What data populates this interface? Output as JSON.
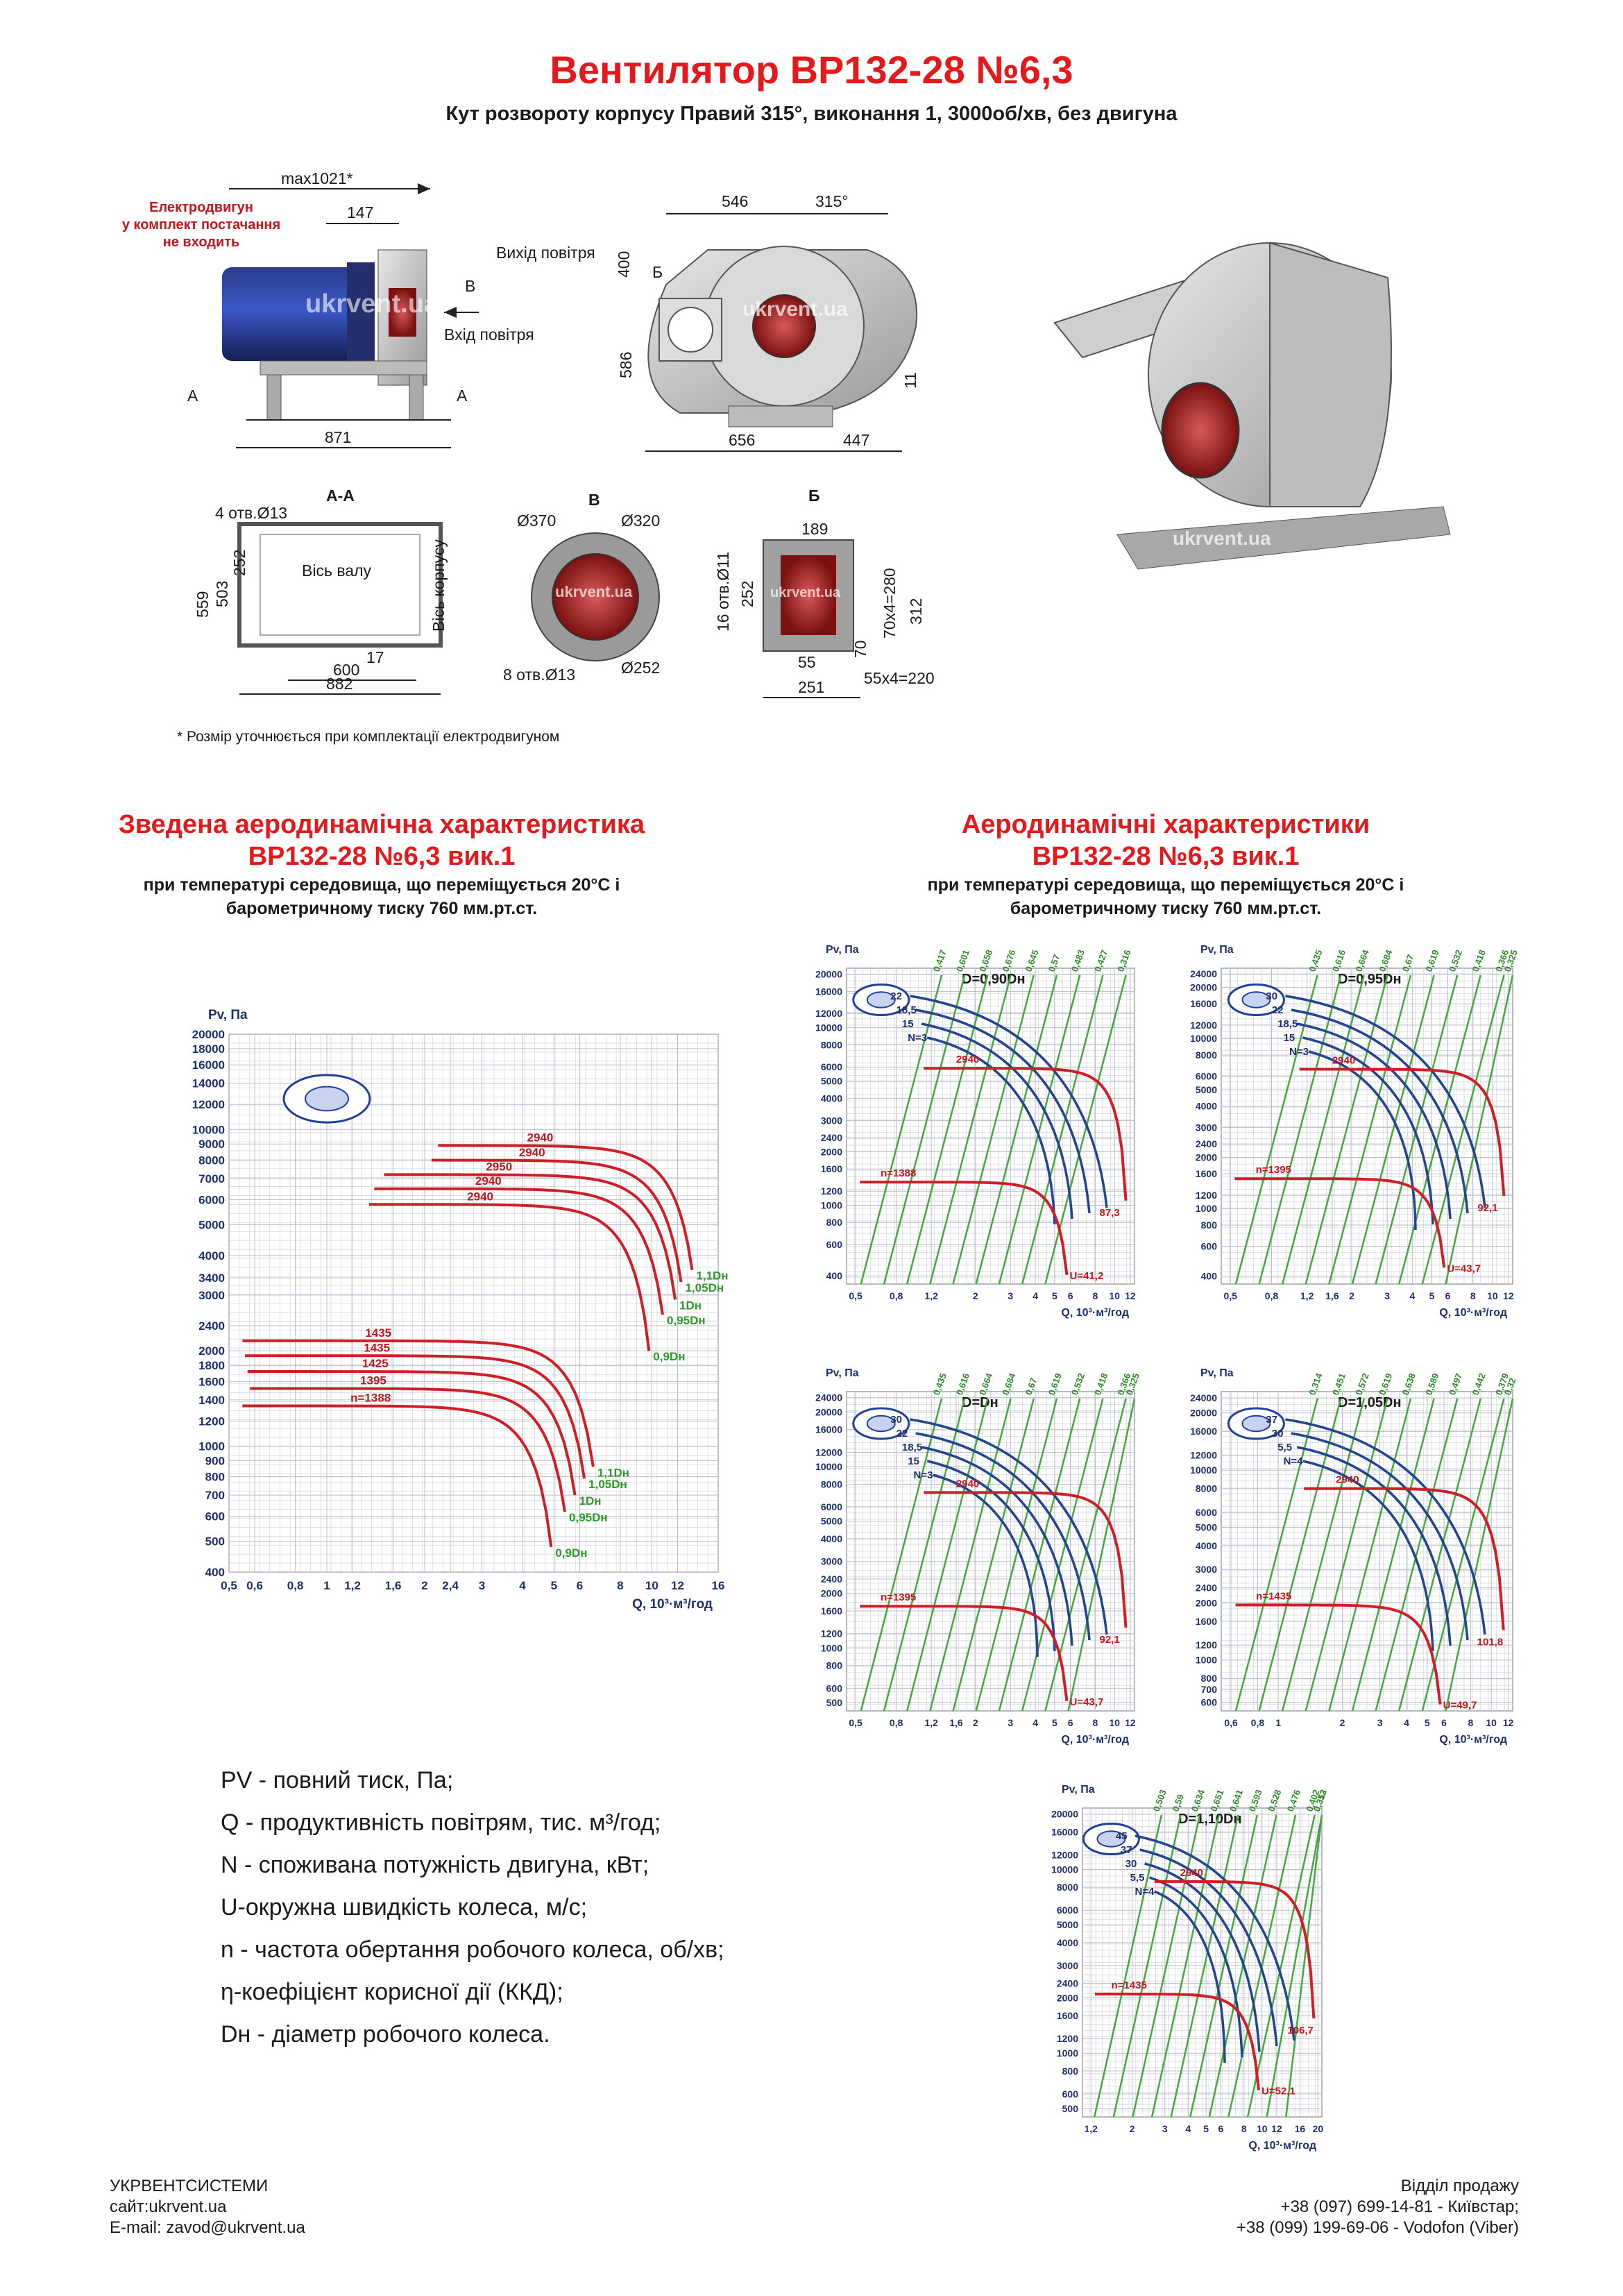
{
  "header": {
    "title": "Вентилятор ВР132-28 №6,3",
    "subtitle": "Кут розвороту корпусу Правий 315°, виконання 1, 3000об/хв, без двигуна"
  },
  "drawings": {
    "motor_note_lines": [
      "Електродвигун",
      "у комплект постачання",
      "не входить"
    ],
    "max_width": "max1021*",
    "dim_147": "147",
    "dim_871": "871",
    "label_outlet": "Вихід повітря",
    "label_inlet": "Вхід повітря",
    "label_B": "В",
    "label_A": "А",
    "label_Be": "Б",
    "dim_546": "546",
    "dim_315": "315°",
    "dim_400": "400",
    "dim_586": "586",
    "dim_11": "11",
    "dim_656": "656",
    "dim_447": "447",
    "section_AA": "А-А",
    "holes_4": "4 отв.Ø13",
    "dim_559": "559",
    "dim_503": "503",
    "dim_252": "252",
    "shaft_axis": "Вісь валу",
    "housing_axis": "Вісь корпусу",
    "dim_17": "17",
    "dim_600": "600",
    "dim_882": "882",
    "section_B": "В",
    "d370": "Ø370",
    "d320": "Ø320",
    "holes_8": "8 отв.Ø13",
    "d252": "Ø252",
    "section_Be": "Б",
    "dim_189": "189",
    "holes_16": "16 отв.Ø11",
    "dim_252b": "252",
    "dim_70x4": "70х4=280",
    "dim_312": "312",
    "dim_70": "70",
    "dim_55": "55",
    "dim_55x4": "55х4=220",
    "dim_251": "251",
    "watermark": "ukrvent.ua",
    "footnote": "* Розмір уточнюється при комплектації електродвигуном"
  },
  "left_section": {
    "title_lines": [
      "Зведена аеродинамічна характеристика",
      "ВР132-28 №6,3 вик.1"
    ],
    "sub_lines": [
      "при температурі середовища, що переміщується 20°С і",
      "барометричному тиску 760 мм.рт.ст."
    ]
  },
  "right_section": {
    "title_lines": [
      "Аеродинамічні характеристики",
      "ВР132-28 №6,3 вик.1"
    ],
    "sub_lines": [
      "при температурі середовища, що переміщується 20°С і",
      "барометричному тиску 760 мм.рт.ст."
    ]
  },
  "legend": [
    "PV - повний тиск, Па;",
    "Q - продуктивність повітрям, тис. м³/год;",
    "N - споживана потужність двигуна, кВт;",
    "U-окружна швидкість колеса, м/с;",
    "n - частота обертання робочого колеса, об/хв;",
    "η-коефіцієнт корисної дії (ККД);",
    "Dн - діаметр робочого колеса."
  ],
  "footer": {
    "company": "УКРВЕНТСИСТЕМИ",
    "site": "сайт:ukrvent.ua",
    "email": "E-mail: zavod@ukrvent.ua",
    "sales": "Відділ продажу",
    "phone1": "+38 (097) 699-14-81 - Київстар;",
    "phone2": "+38 (099) 199-69-06 - Vodofon (Viber)"
  },
  "chart_data": [
    {
      "type": "line",
      "id": "summary",
      "title": "",
      "ylabel": "Pv, Па",
      "xlabel": "Q, 10³·м³/год",
      "x_scale": "log",
      "y_scale": "log",
      "xlim": [
        0.5,
        16
      ],
      "ylim": [
        400,
        20000
      ],
      "x_ticks": [
        0.5,
        0.6,
        0.8,
        1,
        1.2,
        1.6,
        2,
        2.4,
        3,
        4,
        5,
        6,
        8,
        10,
        12,
        16
      ],
      "x_tick_labels": [
        "0,5",
        "0,6",
        "0,8",
        "1",
        "1,2",
        "1,6",
        "2",
        "2,4",
        "3",
        "4",
        "5",
        "6",
        "8",
        "10",
        "12",
        "16"
      ],
      "y_ticks": [
        400,
        500,
        600,
        700,
        800,
        900,
        1000,
        1200,
        1400,
        1600,
        1800,
        2000,
        2400,
        3000,
        3400,
        4000,
        5000,
        6000,
        7000,
        8000,
        9000,
        10000,
        12000,
        14000,
        16000,
        18000,
        20000
      ],
      "series": [
        {
          "name": "1,1Dн",
          "n_label": "2940",
          "flat": 8900,
          "qStart": 2.2,
          "qEnd": 13.3,
          "end": 3600
        },
        {
          "name": "1,05Dн",
          "n_label": "2940",
          "flat": 8000,
          "qStart": 2.1,
          "qEnd": 12.3,
          "end": 3300
        },
        {
          "name": "1Dн",
          "n_label": "2950",
          "flat": 7200,
          "qStart": 1.5,
          "qEnd": 11.8,
          "end": 2900
        },
        {
          "name": "0,95Dн",
          "n_label": "2940",
          "flat": 6500,
          "qStart": 1.4,
          "qEnd": 10.8,
          "end": 2600
        },
        {
          "name": "0,9Dн",
          "n_label": "2940",
          "flat": 5800,
          "qStart": 1.35,
          "qEnd": 9.8,
          "end": 2000
        },
        {
          "name": "1,1Dн",
          "n_label": "1435",
          "flat": 2150,
          "qStart": 0.55,
          "qEnd": 6.6,
          "end": 860
        },
        {
          "name": "1,05Dн",
          "n_label": "1435",
          "flat": 1930,
          "qStart": 0.56,
          "qEnd": 6.2,
          "end": 790
        },
        {
          "name": "1Dн",
          "n_label": "1425",
          "flat": 1720,
          "qStart": 0.57,
          "qEnd": 5.8,
          "end": 700
        },
        {
          "name": "0,95Dн",
          "n_label": "1395",
          "flat": 1520,
          "qStart": 0.58,
          "qEnd": 5.4,
          "end": 620
        },
        {
          "name": "0,9Dн",
          "n_label": "n=1388",
          "flat": 1340,
          "qStart": 0.55,
          "qEnd": 4.9,
          "end": 480
        }
      ]
    },
    {
      "type": "line",
      "id": "d090",
      "title": "D=0,90Dн",
      "ylabel": "Pv, Па",
      "xlabel": "Q, 10³·м³/год",
      "x_ticks": [
        0.5,
        0.8,
        1.2,
        2,
        3,
        4,
        5,
        6,
        8,
        10,
        12
      ],
      "x_tick_labels": [
        "0,5",
        "0,8",
        "1,2",
        "2",
        "3",
        "4",
        "5",
        "6",
        "8",
        "10",
        "12"
      ],
      "y_ticks": [
        400,
        600,
        800,
        1000,
        1200,
        1600,
        2000,
        2400,
        3000,
        4000,
        5000,
        6000,
        8000,
        10000,
        12000,
        16000,
        20000
      ],
      "high": {
        "n": "2940",
        "flat": 5900
      },
      "low": {
        "n": "n=1388",
        "flat": 1350
      },
      "u_end": "87,3",
      "u_low": "U=41,2",
      "n_labels": [
        "22",
        "18,5",
        "15",
        "N=3"
      ],
      "eta": [
        "0,417",
        "0,601",
        "0,658",
        "0,676",
        "0,645",
        "0,57",
        "0,483",
        "0,427",
        "0,316"
      ]
    },
    {
      "type": "line",
      "id": "d095",
      "title": "D=0,95Dн",
      "ylabel": "Pv, Па",
      "xlabel": "Q, 10³·м³/год",
      "x_ticks": [
        0.5,
        0.8,
        1.2,
        1.6,
        2,
        3,
        4,
        5,
        6,
        8,
        10,
        12
      ],
      "x_tick_labels": [
        "0,5",
        "0,8",
        "1,2",
        "1,6",
        "2",
        "3",
        "4",
        "5",
        "6",
        "8",
        "10",
        "12"
      ],
      "y_ticks": [
        400,
        600,
        800,
        1000,
        1200,
        1600,
        2000,
        2400,
        3000,
        4000,
        5000,
        6000,
        8000,
        10000,
        12000,
        16000,
        20000,
        24000
      ],
      "high": {
        "n": "2940",
        "flat": 6600
      },
      "low": {
        "n": "n=1395",
        "flat": 1500
      },
      "u_end": "92,1",
      "u_low": "U=43,7",
      "n_labels": [
        "30",
        "22",
        "18,5",
        "15",
        "N=3"
      ],
      "eta": [
        "0,435",
        "0,616",
        "0,664",
        "0,684",
        "0,67",
        "0,619",
        "0,532",
        "0,418",
        "0,366",
        "0,325"
      ]
    },
    {
      "type": "line",
      "id": "d100",
      "title": "D=Dн",
      "ylabel": "Pv, Па",
      "xlabel": "Q, 10³·м³/год",
      "x_ticks": [
        0.5,
        0.8,
        1.2,
        1.6,
        2,
        3,
        4,
        5,
        6,
        8,
        10,
        12
      ],
      "x_tick_labels": [
        "0,5",
        "0,8",
        "1,2",
        "1,6",
        "2",
        "3",
        "4",
        "5",
        "6",
        "8",
        "10",
        "12"
      ],
      "y_ticks": [
        500,
        600,
        800,
        1000,
        1200,
        1600,
        2000,
        2400,
        3000,
        4000,
        5000,
        6000,
        8000,
        10000,
        12000,
        16000,
        20000,
        24000
      ],
      "high": {
        "n": "2940",
        "flat": 7200
      },
      "low": {
        "n": "n=1395",
        "flat": 1700
      },
      "u_end": "92,1",
      "u_low": "U=43,7",
      "n_labels": [
        "30",
        "22",
        "18,5",
        "15",
        "N=3"
      ],
      "eta": [
        "0,435",
        "0,616",
        "0,664",
        "0,684",
        "0,67",
        "0,619",
        "0,532",
        "0,418",
        "0,366",
        "0,325"
      ]
    },
    {
      "type": "line",
      "id": "d105",
      "title": "D=1,05Dн",
      "ylabel": "Pv, Па",
      "xlabel": "Q, 10³·м³/год",
      "x_ticks": [
        0.6,
        0.8,
        1,
        2,
        3,
        4,
        5,
        6,
        8,
        10,
        12
      ],
      "x_tick_labels": [
        "0,6",
        "0,8",
        "1",
        "2",
        "3",
        "4",
        "5",
        "6",
        "8",
        "10",
        "12"
      ],
      "y_ticks": [
        600,
        700,
        800,
        1000,
        1200,
        1600,
        2000,
        2400,
        3000,
        4000,
        5000,
        6000,
        8000,
        10000,
        12000,
        16000,
        20000,
        24000
      ],
      "high": {
        "n": "2940",
        "flat": 8000
      },
      "low": {
        "n": "n=1435",
        "flat": 1950
      },
      "u_end": "101,8",
      "u_low": "U=49,7",
      "n_labels": [
        "37",
        "30",
        "5,5",
        "N=4"
      ],
      "eta": [
        "0,314",
        "0,451",
        "0,572",
        "0,619",
        "0,638",
        "0,589",
        "0,497",
        "0,442",
        "0,379",
        "0,32"
      ]
    },
    {
      "type": "line",
      "id": "d110",
      "title": "D=1,10Dн",
      "ylabel": "Pv, Па",
      "xlabel": "Q, 10³·м³/год",
      "x_ticks": [
        1.2,
        2,
        3,
        4,
        5,
        6,
        8,
        10,
        12,
        16,
        20
      ],
      "x_tick_labels": [
        "1,2",
        "2",
        "3",
        "4",
        "5",
        "6",
        "8",
        "10",
        "12",
        "16",
        "20"
      ],
      "y_ticks": [
        500,
        600,
        800,
        1000,
        1200,
        1600,
        2000,
        2400,
        3000,
        4000,
        5000,
        6000,
        8000,
        10000,
        12000,
        16000,
        20000
      ],
      "high": {
        "n": "2940",
        "flat": 8600
      },
      "low": {
        "n": "n=1435",
        "flat": 2100
      },
      "u_end": "106,7",
      "u_low": "U=52,1",
      "n_labels": [
        "45",
        "37",
        "30",
        "5,5",
        "N=4"
      ],
      "eta": [
        "0,503",
        "0,59",
        "0,634",
        "0,651",
        "0,641",
        "0,593",
        "0,528",
        "0,476",
        "0,402",
        "0,353",
        "0,312"
      ]
    }
  ]
}
